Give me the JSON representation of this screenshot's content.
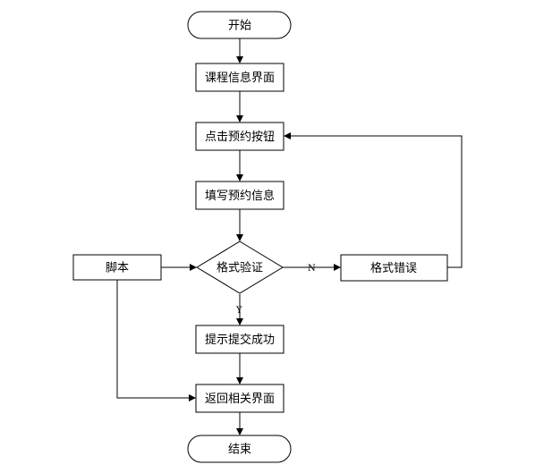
{
  "nodes": {
    "start": "开始",
    "course_info": "课程信息界面",
    "click_reserve": "点击预约按钮",
    "fill_info": "填写预约信息",
    "format_check": "格式验证",
    "format_error": "格式错误",
    "script": "脚本",
    "submit_success": "提示提交成功",
    "return_page": "返回相关界面",
    "end": "结束"
  },
  "edges": {
    "no_label": "N",
    "yes_label": "Y"
  }
}
